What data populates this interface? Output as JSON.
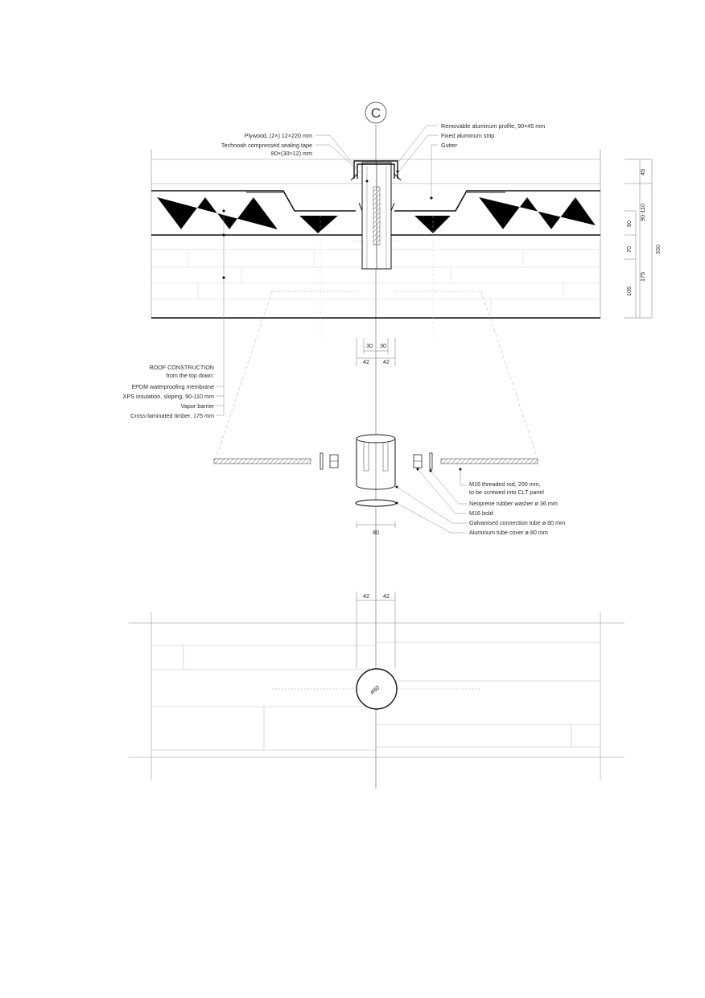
{
  "section_marker": "C",
  "labels_left_top": [
    "Plywood, (2×) 12×220 mm",
    "Technoah compressed sealing tape",
    "80×(30>12) mm"
  ],
  "labels_right_top": [
    "Removable aluminum profile, 90×45 mm",
    "Fixed aluminum strip",
    "Gutter"
  ],
  "roof_construction": [
    "ROOF CONSTRUCTION",
    "from the top down:",
    "EPDM waterproofing membrane",
    "XPS insulation, sloping, 90-110 mm",
    "Vapor barrier",
    "Cross-laminated timber, 175 mm"
  ],
  "dims_right": {
    "d45": "45",
    "d90_110": "90-110",
    "d50": "50",
    "d70": "70",
    "d105": "105",
    "d175": "175",
    "d330": "330"
  },
  "dims_center": {
    "a": "30",
    "b": "30",
    "c": "42",
    "d": "42"
  },
  "exploded_labels": [
    "M16 threaded rod, 200 mm,",
    "to be screwed into CLT panel",
    "Neoprene rubber washer ø 36 mm",
    "M16 bold",
    "Galvanised connection tube ø 80 mm",
    "Aluminum tube cover ø 80 mm"
  ],
  "dim_tube": "80",
  "plan_dims": {
    "left": "42",
    "right": "42"
  },
  "plan_circle_label": "ø80",
  "colors": {
    "line": "#1a1a1a",
    "thin": "#9a9a9a",
    "hatch": "#c8c8c8"
  }
}
